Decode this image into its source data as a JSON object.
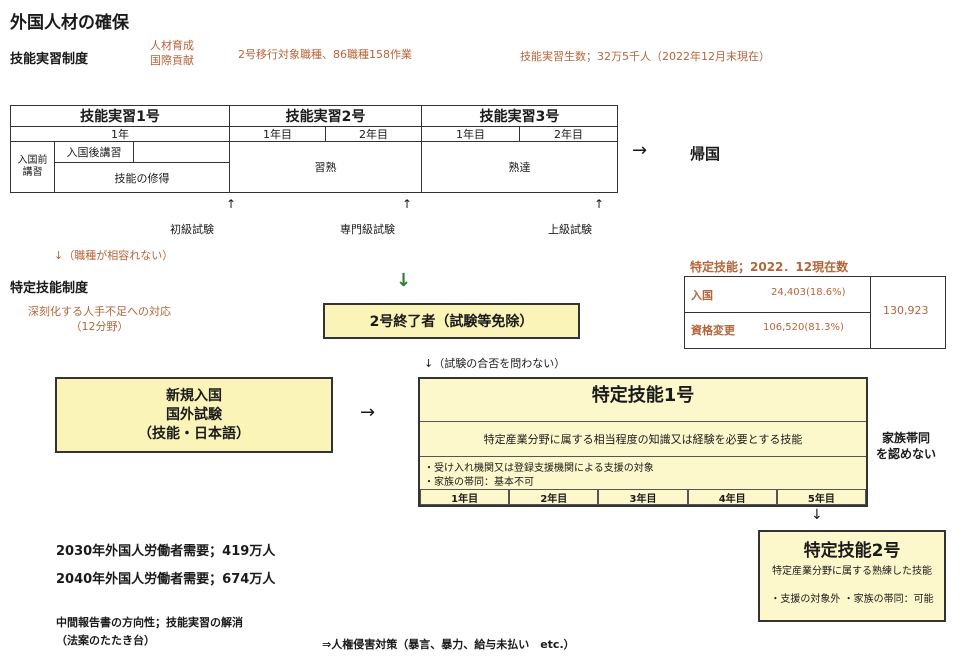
{
  "title": "外国人材の確保",
  "ginou": {
    "heading": "技能実習制度",
    "purpose_line1": "人材育成",
    "purpose_line2": "国際貢献",
    "transition_note": "2号移行対象職種、86職種158作業",
    "students": "技能実習生数；32万5千人（2022年12月末現在）"
  },
  "diagram": {
    "h1": "技能実習1号",
    "h2": "技能実習2号",
    "h3": "技能実習3号",
    "year1": "1年",
    "y1": "1年目",
    "y2": "2年目",
    "pre_lecture": "入国前講習",
    "post_lecture": "入国後講習",
    "skill_acquire": "技能の修得",
    "proficiency": "習熟",
    "mastery": "熟達",
    "return_arrow": "→",
    "return_home": "帰国",
    "exam1": "初級試験",
    "exam2": "専門級試験",
    "exam3": "上級試験",
    "up_arrow": "↑"
  },
  "incompatible": "↓（職種が相容れない）",
  "tokutei": {
    "heading": "特定技能制度",
    "response_line1": "深刻化する人手不足への対応",
    "response_line2": "（12分野）"
  },
  "green_arrow": "↓",
  "completed_box": "2号終了者（試験等免除）",
  "exam_note": "↓（試験の合否を問わない）",
  "new_entry": {
    "line1": "新規入国",
    "line2": "国外試験",
    "line3": "（技能・日本語）"
  },
  "mid_arrow": "→",
  "stats": {
    "title": "特定技能；2022．12現在数",
    "row1_label": "入国",
    "row1_value": "24,403(18.6%)",
    "row2_label": "資格変更",
    "row2_value": "106,520(81.3%)",
    "total": "130,923"
  },
  "skill1": {
    "title": "特定技能1号",
    "desc": "特定産業分野に属する相当程度の知識又は経験を必要とする技能",
    "bullet1": "・受け入れ機関又は登録支援機関による支援の対象",
    "bullet2": "・家族の帯同：基本不可",
    "years": [
      "1年目",
      "2年目",
      "3年目",
      "4年目",
      "5年目"
    ],
    "family_line1": "家族帯同",
    "family_line2": "を認めない"
  },
  "down_arrow": "↓",
  "skill2": {
    "title": "特定技能2号",
    "desc": "特定産業分野に属する熟練した技能",
    "note": "・支援の対象外 ・家族の帯同：可能"
  },
  "demand": {
    "d2030": "2030年外国人労働者需要；419万人",
    "d2040": "2040年外国人労働者需要；674万人"
  },
  "interim": {
    "line1": "中間報告書の方向性；技能実習の解消",
    "line2": "（法案のたたき台）",
    "measures": "⇒人権侵害対策（暴言、暴力、給与未払い　etc.）"
  }
}
